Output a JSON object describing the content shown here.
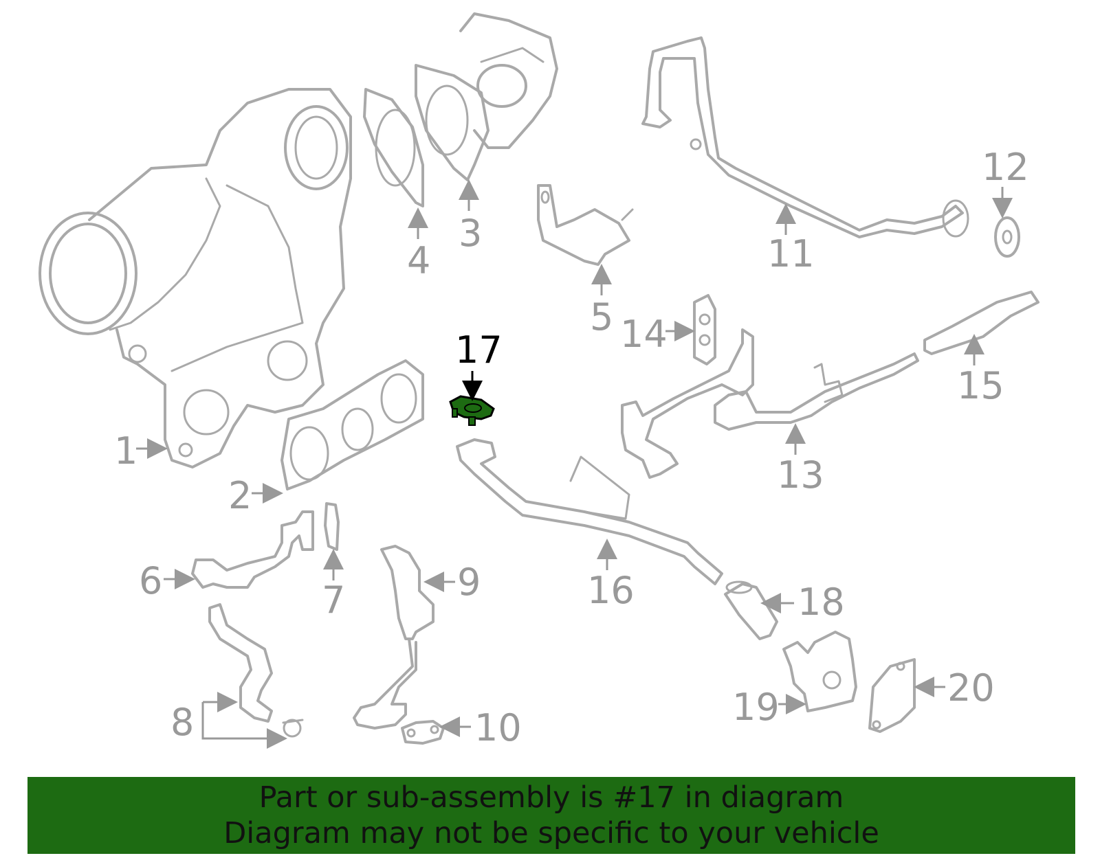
{
  "diagram": {
    "callouts": [
      "1",
      "2",
      "3",
      "4",
      "5",
      "6",
      "7",
      "8",
      "9",
      "10",
      "11",
      "12",
      "13",
      "14",
      "15",
      "16",
      "17",
      "18",
      "19",
      "20"
    ],
    "highlighted_callout": "17",
    "colors": {
      "part_outline": "#a9a9a9",
      "label_gray": "#999999",
      "highlight_fill": "#1d6b12",
      "highlight_label": "#000000"
    }
  },
  "banner": {
    "line1": "Part or sub-assembly is #17 in diagram",
    "line2": "Diagram may not be specific to your vehicle",
    "background": "#1d6b12"
  }
}
